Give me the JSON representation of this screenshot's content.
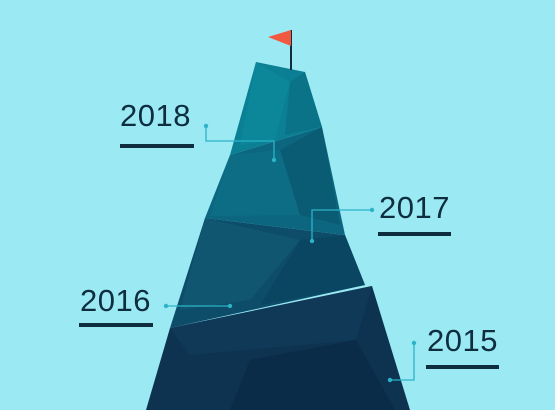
{
  "milestones": [
    {
      "year": "2018"
    },
    {
      "year": "2017"
    },
    {
      "year": "2016"
    },
    {
      "year": "2015"
    }
  ],
  "colors": {
    "background": "#9ae9f3",
    "flag": "#f15a40",
    "text": "#0e2e40",
    "connector": "#2cb3c8",
    "tier_top": "#0b7f93",
    "tier_2": "#0c6680",
    "tier_3": "#0d4d69",
    "tier_base": "#0d3350"
  },
  "icons": {
    "flag": "flag-icon"
  }
}
